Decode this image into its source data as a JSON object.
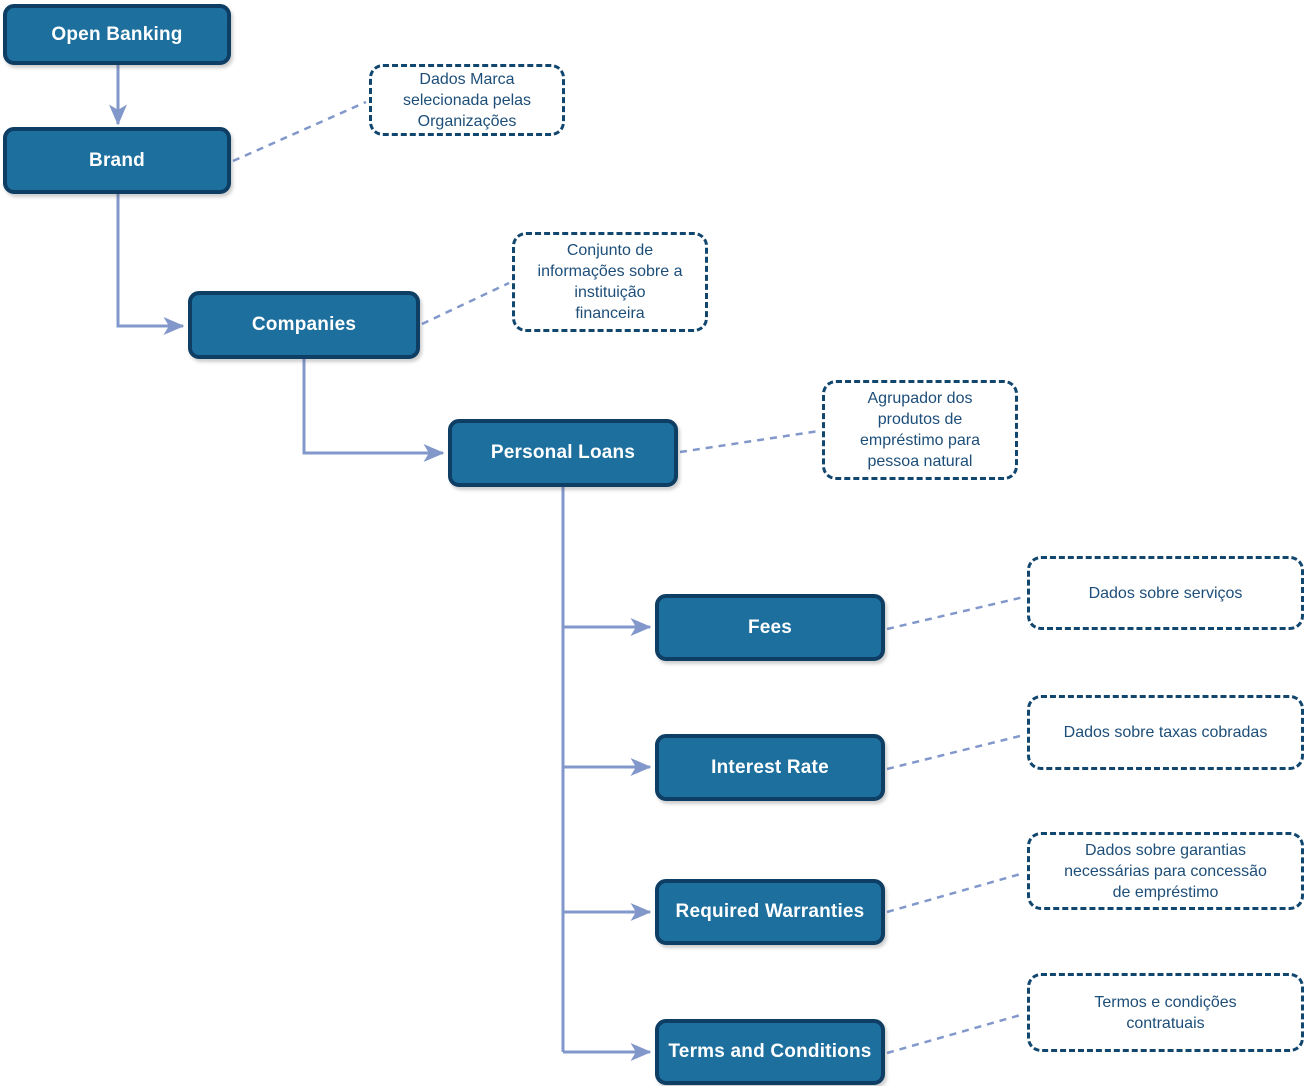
{
  "diagram": {
    "nodes": {
      "open_banking": {
        "label": "Open Banking"
      },
      "brand": {
        "label": "Brand"
      },
      "companies": {
        "label": "Companies"
      },
      "personal_loans": {
        "label": "Personal Loans"
      },
      "fees": {
        "label": "Fees"
      },
      "interest_rate": {
        "label": "Interest Rate"
      },
      "required_warranties": {
        "label": "Required Warranties"
      },
      "terms_and_conditions": {
        "label": "Terms and Conditions"
      }
    },
    "notes": {
      "brand": "Dados Marca\nselecionada pelas\nOrganizações",
      "companies": "Conjunto de\ninformações sobre a\ninstituição\nfinanceira",
      "personal_loans": "Agrupador dos\nprodutos de\nempréstimo para\npessoa natural",
      "fees": "Dados sobre serviços",
      "interest_rate": "Dados sobre taxas cobradas",
      "required_warranties": "Dados sobre garantias\nnecessárias para concessão\nde empréstimo",
      "terms_and_conditions": "Termos e condições\ncontratuais"
    }
  },
  "colors": {
    "node_fill": "#1d6f9e",
    "node_border": "#0e3e63",
    "node_text": "#ffffff",
    "connector": "#8298cb",
    "note_border": "#11466f",
    "note_text": "#1d4e79",
    "background": "#ffffff"
  }
}
